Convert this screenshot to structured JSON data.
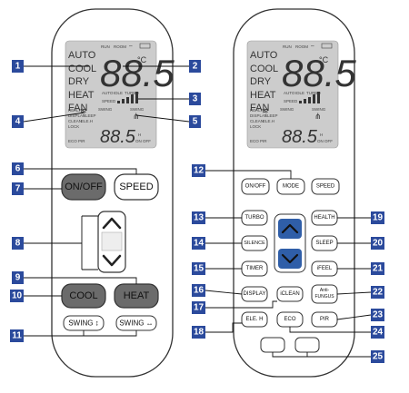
{
  "colors": {
    "callout": "#2b4a9c",
    "lcd_bg": "#c9c9c9",
    "dark_button": "#6b6b6b",
    "arrow_blue": "#2f5ea8"
  },
  "lcd": {
    "modes": [
      "AUTO",
      "COOL",
      "DRY",
      "HEAT",
      "FAN"
    ],
    "top_labels": [
      "RUN",
      "ROOM"
    ],
    "digits": "88.5",
    "unit": "°C",
    "fan_labels": [
      "AUTO",
      "IDLE",
      "TURBO"
    ],
    "speed_label": "SPEED",
    "features": [
      "HEALTH",
      "DISPLAY",
      "SLEEP",
      "CLEAN",
      "ELE.H",
      "LOCK",
      "ECO",
      "PIR"
    ],
    "swing_labels": [
      "SWING",
      "SWING"
    ],
    "clock_digits": "88.5",
    "clock_unit": "H",
    "clock_status": "ON OFF"
  },
  "left_remote": {
    "onoff": "ON/OFF",
    "speed": "SPEED",
    "cool": "COOL",
    "heat": "HEAT",
    "swing_v": "SWING ↕",
    "swing_h": "SWING ↔"
  },
  "right_remote": {
    "onoff": "ON/OFF",
    "mode": "MODE",
    "speed": "SPEED",
    "turbo": "TURBO",
    "health": "HEALTH",
    "silence": "SILENCE",
    "sleep": "SLEEP",
    "timer": "TIMER",
    "ifeel": "iFEEL",
    "display": "DISPLAY",
    "iclean": "iCLEAN",
    "antifungus_line1": "Anti-",
    "antifungus_line2": "FUNGUS",
    "eleh": "ELE. H",
    "eco": "ECO",
    "pir": "PIR"
  },
  "callouts": [
    "1",
    "2",
    "3",
    "4",
    "5",
    "6",
    "7",
    "8",
    "9",
    "10",
    "11",
    "12",
    "13",
    "14",
    "15",
    "16",
    "17",
    "18",
    "19",
    "20",
    "21",
    "22",
    "23",
    "24",
    "25"
  ]
}
